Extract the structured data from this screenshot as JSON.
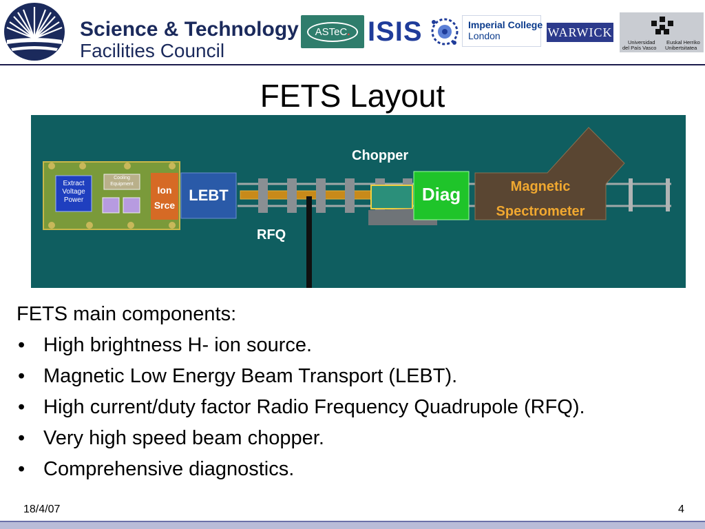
{
  "header": {
    "org_name_line1": "Science & Technology",
    "org_name_line2": "Facilities Council",
    "partners": {
      "astec": "ASTeC",
      "isis": "ISIS",
      "imperial_line1": "Imperial College",
      "imperial_line2": "London",
      "warwick": "WARWICK",
      "upv_left_line1": "Universidad",
      "upv_left_line2": "del País Vasco",
      "upv_right_line1": "Euskal Herriko",
      "upv_right_line2": "Unibertsitatea"
    }
  },
  "title": "FETS Layout",
  "diagram": {
    "labels": {
      "chopper": "Chopper",
      "rfq": "RFQ",
      "extract_line1": "Extract",
      "extract_line2": "Voltage",
      "extract_line3": "Power",
      "cooling_line1": "Cooling",
      "cooling_line2": "Equipment",
      "ion_line1": "Ion",
      "ion_line2": "Srce",
      "lebt": "LEBT",
      "diag": "Diag",
      "magnetic_line1": "Magnetic",
      "magnetic_line2": "Spectrometer"
    },
    "colors": {
      "background": "#0f5e60",
      "ion_source": "#d66a25",
      "lebt": "#2a5aa8",
      "diag": "#1fc42a",
      "spectrometer": "#5a4632",
      "spectrometer_text": "#f0a830",
      "power_box": "#1f3fbf",
      "platform": "#7a9a3a"
    }
  },
  "body": {
    "intro": "FETS main components:",
    "bullet_glyph": "•",
    "bullets": [
      "High brightness H- ion source.",
      "Magnetic Low Energy Beam Transport (LEBT).",
      "High current/duty factor Radio Frequency Quadrupole (RFQ).",
      "Very high speed beam chopper.",
      "Comprehensive diagnostics."
    ]
  },
  "footer": {
    "date": "18/4/07",
    "page_number": "4"
  }
}
